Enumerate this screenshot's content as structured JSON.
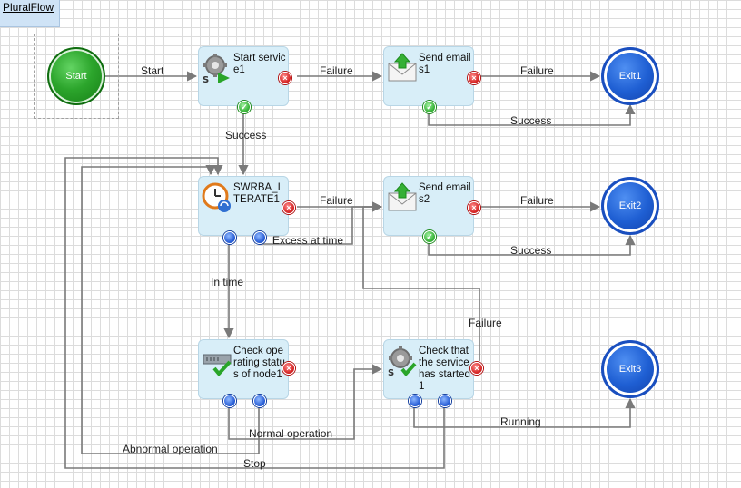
{
  "tab": {
    "title": "PluralFlow"
  },
  "start": {
    "label": "Start"
  },
  "exits": [
    {
      "label": "Exit1"
    },
    {
      "label": "Exit2"
    },
    {
      "label": "Exit3"
    }
  ],
  "nodes": {
    "start_service": {
      "label": "Start service1",
      "icon": "gear-play-icon"
    },
    "send_email1": {
      "label": "Send emails1",
      "icon": "envelope-up-arrow-icon"
    },
    "swrba_iterate": {
      "label": "SWRBA_ITERATE1",
      "icon": "clock-repeat-icon"
    },
    "send_email2": {
      "label": "Send emails2",
      "icon": "envelope-up-arrow-icon"
    },
    "check_node": {
      "label": "Check operating status of node1",
      "icon": "server-check-icon"
    },
    "check_service": {
      "label": "Check that the service has started1",
      "icon": "gear-check-icon"
    }
  },
  "edges": {
    "start": "Start",
    "failure_a": "Failure",
    "failure_b": "Failure",
    "success_a": "Success",
    "success_b": "Success",
    "failure_c": "Failure",
    "failure_d": "Failure",
    "success_c": "Success",
    "excess": "Excess at time",
    "in_time": "In time",
    "failure_e": "Failure",
    "running": "Running",
    "normal": "Normal operation",
    "abnormal": "Abnormal operation",
    "stop": "Stop"
  },
  "colors": {
    "start_green": "#2ca52c",
    "exit_blue": "#1f5fd3",
    "node_bg": "#d8eef8",
    "wire": "#7a7a7a"
  }
}
